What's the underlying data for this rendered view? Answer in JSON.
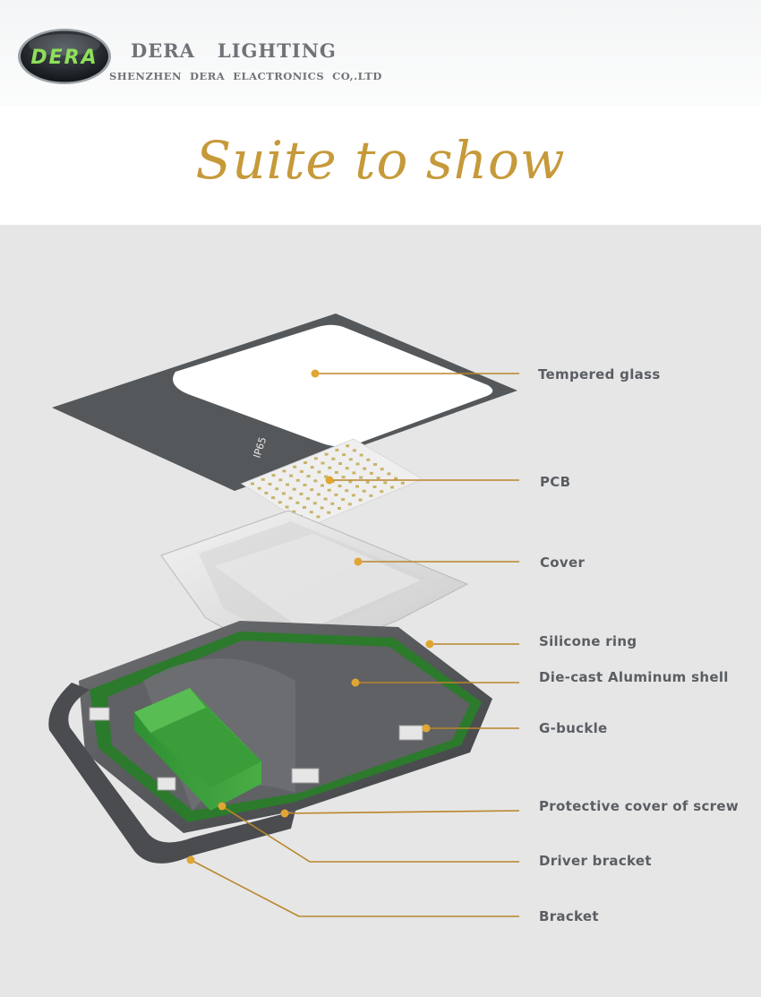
{
  "header": {
    "logo_text": "DERA",
    "brand_name": "DERA   LIGHTING",
    "company_name": "SHENZHEN  DERA  ELACTRONICS  CO,.LTD"
  },
  "section_title": "Suite to show",
  "product_markings": {
    "ip_rating": "IP65"
  },
  "parts": [
    {
      "label": "Tempered glass"
    },
    {
      "label": "PCB"
    },
    {
      "label": "Cover"
    },
    {
      "label": "Silicone ring"
    },
    {
      "label": "Die-cast  Aluminum shell"
    },
    {
      "label": "G-buckle"
    },
    {
      "label": "Protective cover of screw"
    },
    {
      "label": "Driver bracket"
    },
    {
      "label": "Bracket"
    }
  ],
  "colors": {
    "accent": "#c69a3a",
    "callout_line": "#b8862a",
    "label_text": "#5a5e63",
    "background": "#e6e6e6",
    "housing": "#4a4c4f",
    "driver": "#3fa03f"
  }
}
